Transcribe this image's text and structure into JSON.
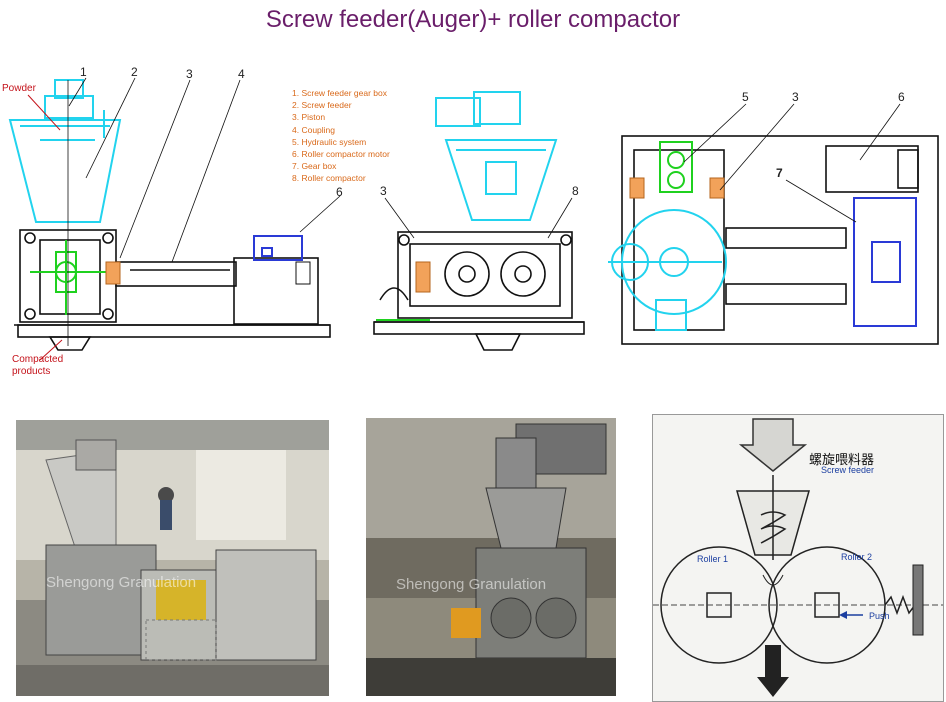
{
  "title": "Screw feeder(Auger)+ roller compactor",
  "side_view": {
    "callouts": [
      "1",
      "2",
      "3",
      "4",
      "6"
    ],
    "powder_label": "Powder",
    "output_label": "Compacted products"
  },
  "legend": [
    "1. Screw feeder gear box",
    "2. Screw feeder",
    "3. Piston",
    "4. Coupling",
    "5. Hydraulic system",
    "6. Roller compactor motor",
    "7. Gear box",
    "8. Roller compactor"
  ],
  "front_view": {
    "callouts": [
      "3",
      "8"
    ]
  },
  "top_view": {
    "callouts": [
      "5",
      "3",
      "6",
      "7"
    ]
  },
  "photo1": {
    "watermark": "Shengong Granulation"
  },
  "photo2": {
    "watermark": "Shengong Granulation"
  },
  "scheme": {
    "chinese_label": "螺旋喂料器",
    "screw_label": "Screw feeder",
    "roller1_label": "Roller 1",
    "roller2_label": "Roller 2",
    "push_label": "Push"
  },
  "colors": {
    "title": "#6a1e6a",
    "cyan_drawing": "#22d3ee",
    "green_drawing": "#1fd11f",
    "orange_part": "#f2a25a",
    "blue_motor": "#2a3ad6",
    "legend_text": "#d9691a",
    "red_label": "#c4121a"
  }
}
